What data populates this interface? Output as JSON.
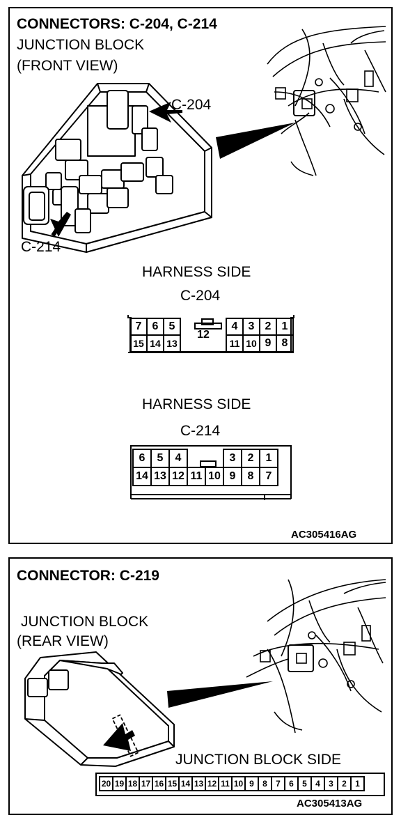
{
  "panel1": {
    "title": "CONNECTORS: C-204, C-214",
    "junction_label_1": "JUNCTION BLOCK",
    "junction_label_2": "(FRONT VIEW)",
    "callout_c204": "C-204",
    "callout_c214": "C-214",
    "c204": {
      "heading": "HARNESS SIDE",
      "name": "C-204",
      "top_left": [
        "7",
        "6",
        "5"
      ],
      "top_right": [
        "4",
        "3",
        "2",
        "1"
      ],
      "bottom_left": [
        "15",
        "14",
        "13"
      ],
      "center": "12",
      "bottom_right": [
        "11",
        "10",
        "9",
        "8"
      ]
    },
    "c214": {
      "heading": "HARNESS SIDE",
      "name": "C-214",
      "top_left": [
        "6",
        "5",
        "4"
      ],
      "top_right": [
        "3",
        "2",
        "1"
      ],
      "bottom": [
        "14",
        "13",
        "12",
        "11",
        "10",
        "9",
        "8",
        "7"
      ]
    },
    "figure_code": "AC305416AG"
  },
  "panel2": {
    "title": "CONNECTOR: C-219",
    "junction_label_1": "JUNCTION BLOCK",
    "junction_label_2": "(REAR VIEW)",
    "side_label": "JUNCTION BLOCK SIDE",
    "pins": [
      "20",
      "19",
      "18",
      "17",
      "16",
      "15",
      "14",
      "13",
      "12",
      "11",
      "10",
      "9",
      "8",
      "7",
      "6",
      "5",
      "4",
      "3",
      "2",
      "1"
    ],
    "figure_code": "AC305413AG"
  }
}
